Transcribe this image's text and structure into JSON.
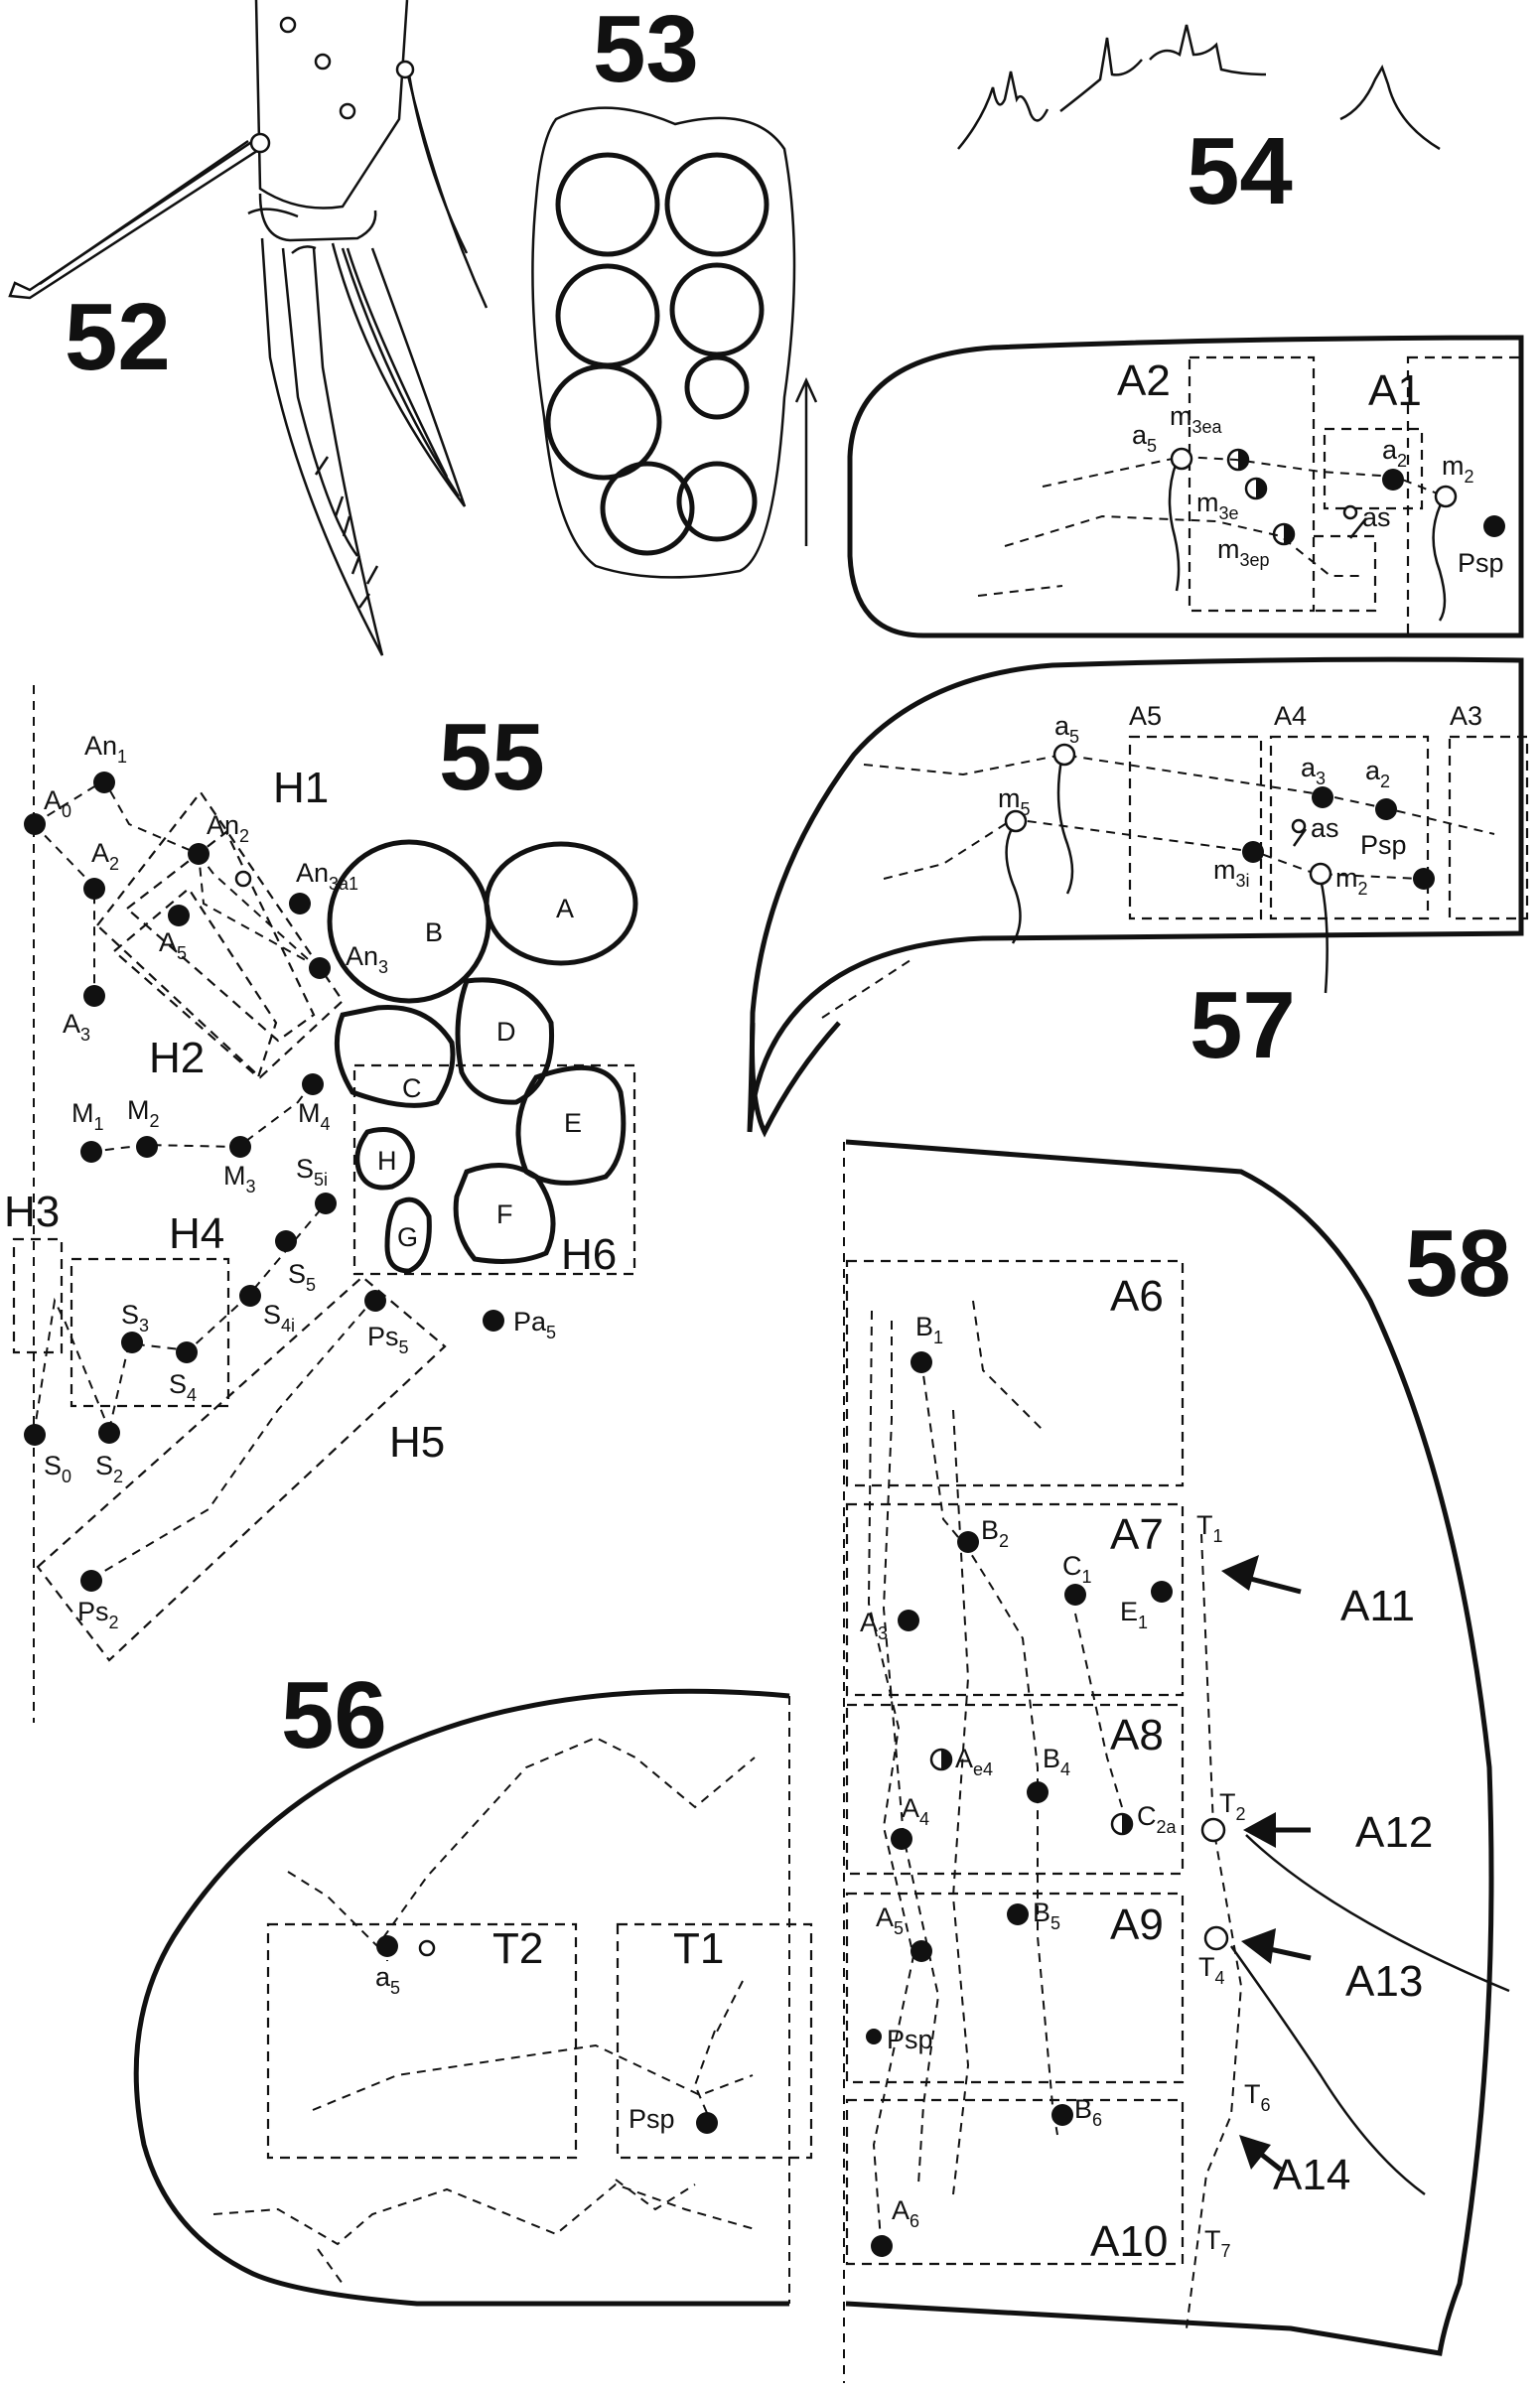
{
  "figure_numbers": [
    "52",
    "53",
    "54",
    "55",
    "56",
    "57",
    "58"
  ],
  "fig53": {
    "arrow_icon": "up-arrow-icon"
  },
  "fig55": {
    "areas": [
      "H1",
      "H2",
      "H3",
      "H4",
      "H5",
      "H6"
    ],
    "papillae": [
      "A",
      "B",
      "C",
      "D",
      "E",
      "F",
      "G",
      "H"
    ],
    "chaetae": [
      {
        "base": "A",
        "sub": "0"
      },
      {
        "base": "An",
        "sub": "1"
      },
      {
        "base": "A",
        "sub": "2"
      },
      {
        "base": "An",
        "sub": "2"
      },
      {
        "base": "An",
        "sub": "3a1"
      },
      {
        "base": "A",
        "sub": "5"
      },
      {
        "base": "An",
        "sub": "3"
      },
      {
        "base": "A",
        "sub": "3"
      },
      {
        "base": "M",
        "sub": "4"
      },
      {
        "base": "M",
        "sub": "1"
      },
      {
        "base": "M",
        "sub": "2"
      },
      {
        "base": "M",
        "sub": "3"
      },
      {
        "base": "S",
        "sub": "5i"
      },
      {
        "base": "S",
        "sub": "5"
      },
      {
        "base": "S",
        "sub": "4i"
      },
      {
        "base": "S",
        "sub": "3"
      },
      {
        "base": "S",
        "sub": "4"
      },
      {
        "base": "Ps",
        "sub": "5"
      },
      {
        "base": "Pa",
        "sub": "5"
      },
      {
        "base": "S",
        "sub": "0"
      },
      {
        "base": "S",
        "sub": "2"
      },
      {
        "base": "Ps",
        "sub": "2"
      }
    ]
  },
  "fig56": {
    "areas": [
      "T2",
      "T1"
    ],
    "chaetae": [
      {
        "base": "a",
        "sub": "5"
      },
      {
        "base": "Psp",
        "sub": ""
      }
    ]
  },
  "fig57_top": {
    "areas": [
      "A2",
      "A1"
    ],
    "chaetae": [
      {
        "base": "a",
        "sub": "5"
      },
      {
        "base": "m",
        "sub": "3ea"
      },
      {
        "base": "a",
        "sub": "2"
      },
      {
        "base": "m",
        "sub": "2"
      },
      {
        "base": "m",
        "sub": "3e"
      },
      {
        "base": "as",
        "sub": ""
      },
      {
        "base": "m",
        "sub": "3ep"
      },
      {
        "base": "Psp",
        "sub": ""
      }
    ]
  },
  "fig57": {
    "areas": [
      "A5",
      "A4",
      "A3"
    ],
    "chaetae": [
      {
        "base": "a",
        "sub": "5"
      },
      {
        "base": "a",
        "sub": "3"
      },
      {
        "base": "a",
        "sub": "2"
      },
      {
        "base": "m",
        "sub": "5"
      },
      {
        "base": "as",
        "sub": ""
      },
      {
        "base": "Psp",
        "sub": ""
      },
      {
        "base": "m",
        "sub": "3i"
      },
      {
        "base": "m",
        "sub": "2"
      }
    ]
  },
  "fig58": {
    "areas": [
      "A6",
      "A7",
      "A8",
      "A9",
      "A10"
    ],
    "arrow_labels": [
      "A11",
      "A12",
      "A13",
      "A14"
    ],
    "chaetae": [
      {
        "base": "B",
        "sub": "1"
      },
      {
        "base": "B",
        "sub": "2"
      },
      {
        "base": "C",
        "sub": "1"
      },
      {
        "base": "E",
        "sub": "1"
      },
      {
        "base": "A",
        "sub": "3"
      },
      {
        "base": "A",
        "sub": "e4"
      },
      {
        "base": "B",
        "sub": "4"
      },
      {
        "base": "C",
        "sub": "2a"
      },
      {
        "base": "A",
        "sub": "4"
      },
      {
        "base": "A",
        "sub": "5"
      },
      {
        "base": "B",
        "sub": "5"
      },
      {
        "base": "Psp",
        "sub": ""
      },
      {
        "base": "B",
        "sub": "6"
      },
      {
        "base": "A",
        "sub": "6"
      },
      {
        "base": "T",
        "sub": "1"
      },
      {
        "base": "T",
        "sub": "2"
      },
      {
        "base": "T",
        "sub": "4"
      },
      {
        "base": "T",
        "sub": "6"
      },
      {
        "base": "T",
        "sub": "7"
      }
    ]
  }
}
